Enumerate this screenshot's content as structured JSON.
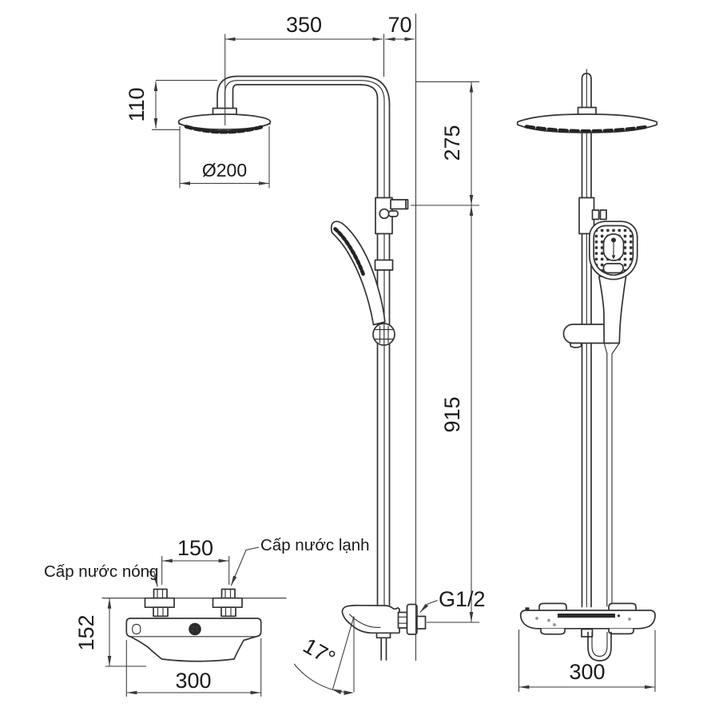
{
  "drawing": {
    "background": "#ffffff",
    "line_color": "#333333",
    "dim_color": "#3a3a3a",
    "text_color": "#1a1a1a",
    "dimensions": {
      "arm_length": "350",
      "arm_wall_offset": "70",
      "head_drop": "110",
      "head_diameter": "Ø200",
      "upper_section": "275",
      "riser_height": "915",
      "inlet_spacing": "150",
      "valve_body_height": "152",
      "valve_width_front": "300",
      "valve_width_side": "300",
      "connection_thread": "G1/2",
      "handle_tilt": "17°"
    },
    "annotations": {
      "cold_supply": "Cấp nước lạnh",
      "hot_supply": "Cấp nước nóng"
    }
  }
}
